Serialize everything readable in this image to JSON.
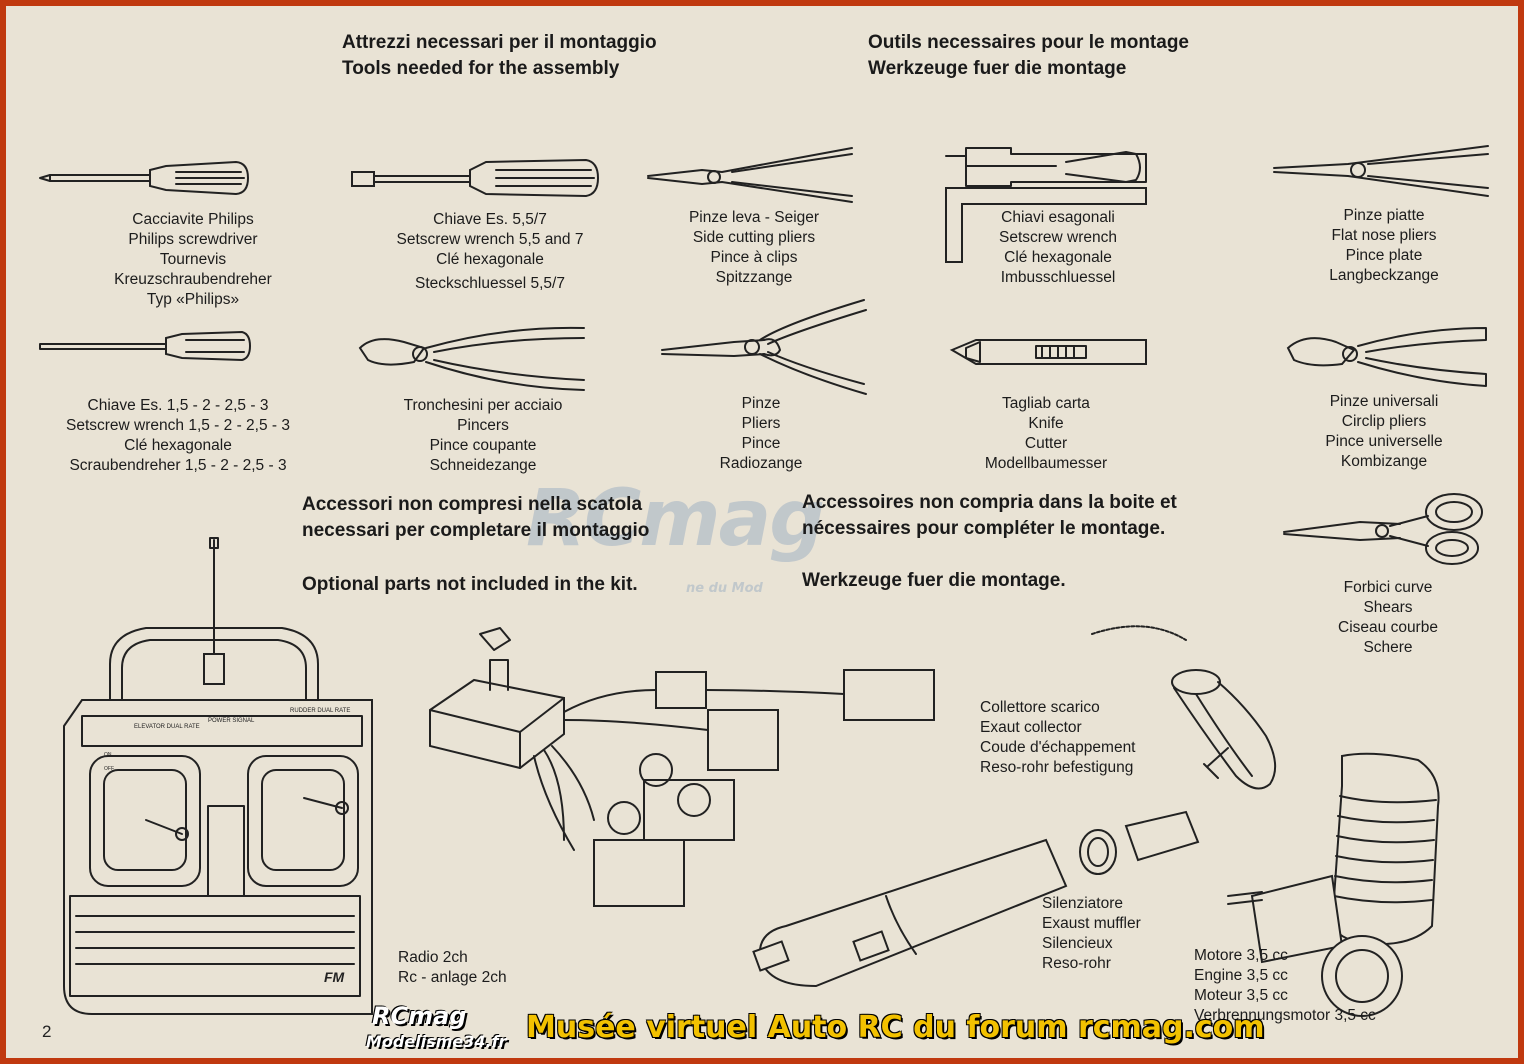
{
  "headings": {
    "tools_it_en": [
      "Attrezzi necessari per il montaggio",
      "Tools needed for the assembly"
    ],
    "tools_fr_de": [
      "Outils necessaires pour le montage",
      "Werkzeuge fuer die montage"
    ],
    "acc_it": [
      "Accessori non compresi nella scatola",
      "necessari per completare il montaggio"
    ],
    "acc_en": "Optional parts not included in the kit.",
    "acc_fr": [
      "Accessoires non compria dans la boite et",
      "nécessaires pour compléter le montage."
    ],
    "acc_de": "Werkzeuge fuer die montage."
  },
  "tools": {
    "philips": [
      "Cacciavite Philips",
      "Philips screwdriver",
      "Tournevis",
      "Kreuzschraubendreher",
      "Typ «Philips»"
    ],
    "setscrew57": [
      "Chiave Es. 5,5/7",
      "Setscrew wrench 5,5 and 7",
      "Clé hexagonale",
      "Steckschluessel 5,5/7"
    ],
    "side_pliers": [
      "Pinze leva - Seiger",
      "Side cutting pliers",
      "Pince à clips",
      "Spitzzange"
    ],
    "hex_keys": [
      "Chiavi esagonali",
      "Setscrew wrench",
      "Clé hexagonale",
      "Imbusschluessel"
    ],
    "flat_pliers": [
      "Pinze piatte",
      "Flat nose pliers",
      "Pince plate",
      "Langbeckzange"
    ],
    "small_wrench": [
      "Chiave Es. 1,5 - 2 - 2,5 - 3",
      "Setscrew wrench 1,5 - 2 - 2,5 - 3",
      "Clé hexagonale",
      "Scraubendreher 1,5 - 2 - 2,5 - 3"
    ],
    "pincers": [
      "Tronchesini per acciaio",
      "Pincers",
      "Pince coupante",
      "Schneidezange"
    ],
    "pliers": [
      "Pinze",
      "Pliers",
      "Pince",
      "Radiozange"
    ],
    "knife": [
      "Tagliab carta",
      "Knife",
      "Cutter",
      "Modellbaumesser"
    ],
    "circlip": [
      "Pinze universali",
      "Circlip pliers",
      "Pince universelle",
      "Kombizange"
    ],
    "shears": [
      "Forbici curve",
      "Shears",
      "Ciseau courbe",
      "Schere"
    ]
  },
  "parts": {
    "radio": [
      "Radio 2ch",
      "Rc - anlage 2ch"
    ],
    "collector": [
      "Collettore scarico",
      "Exaut collector",
      "Coude d'échappement",
      "Reso-rohr befestigung"
    ],
    "muffler": [
      "Silenziatore",
      "Exaust muffler",
      "Silencieux",
      "Reso-rohr"
    ],
    "motor": [
      "Motore 3,5 cc",
      "Engine 3,5 cc",
      "Moteur 3,5 cc",
      "Verbrennungsmotor 3,5 cc"
    ]
  },
  "tx_labels": {
    "elevator": "ELEVATOR DUAL RATE",
    "power": "POWER SIGNAL",
    "rudder": "RUDDER DUAL RATE",
    "on": "ON",
    "off": "OFF",
    "fm": "FM"
  },
  "page_number": "2",
  "watermark": {
    "logo": "RCmag",
    "tagline": "ne du Mod"
  },
  "footer": {
    "logo_top": "RCmag",
    "logo_bottom": "Modelisme34.fr",
    "text": "Musée virtuel Auto RC du forum rcmag.com"
  },
  "colors": {
    "frame": "#c0390f",
    "paper": "#e9e3d5",
    "footer_text": "#f2c100"
  }
}
